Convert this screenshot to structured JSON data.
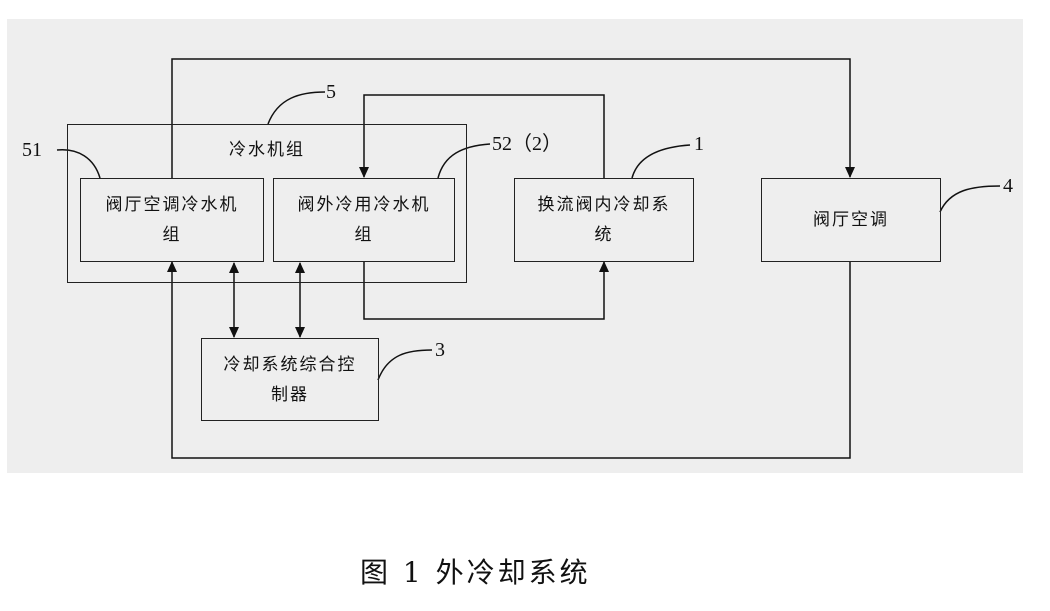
{
  "diagram": {
    "group": {
      "title": "冷水机组",
      "ref": "5"
    },
    "nodes": {
      "hall_chiller": {
        "label": "阀厅空调冷水机\n组",
        "ref": "51"
      },
      "outside_chiller": {
        "label": "阀外冷用冷水机\n组",
        "ref": "52（2）"
      },
      "valve_cooling": {
        "label": "换流阀内冷却系\n统",
        "ref": "1"
      },
      "hall_ac": {
        "label": "阀厅空调",
        "ref": "4"
      },
      "controller": {
        "label": "冷却系统综合控\n制器",
        "ref": "3"
      }
    }
  },
  "caption": "图 1   外冷却系统"
}
